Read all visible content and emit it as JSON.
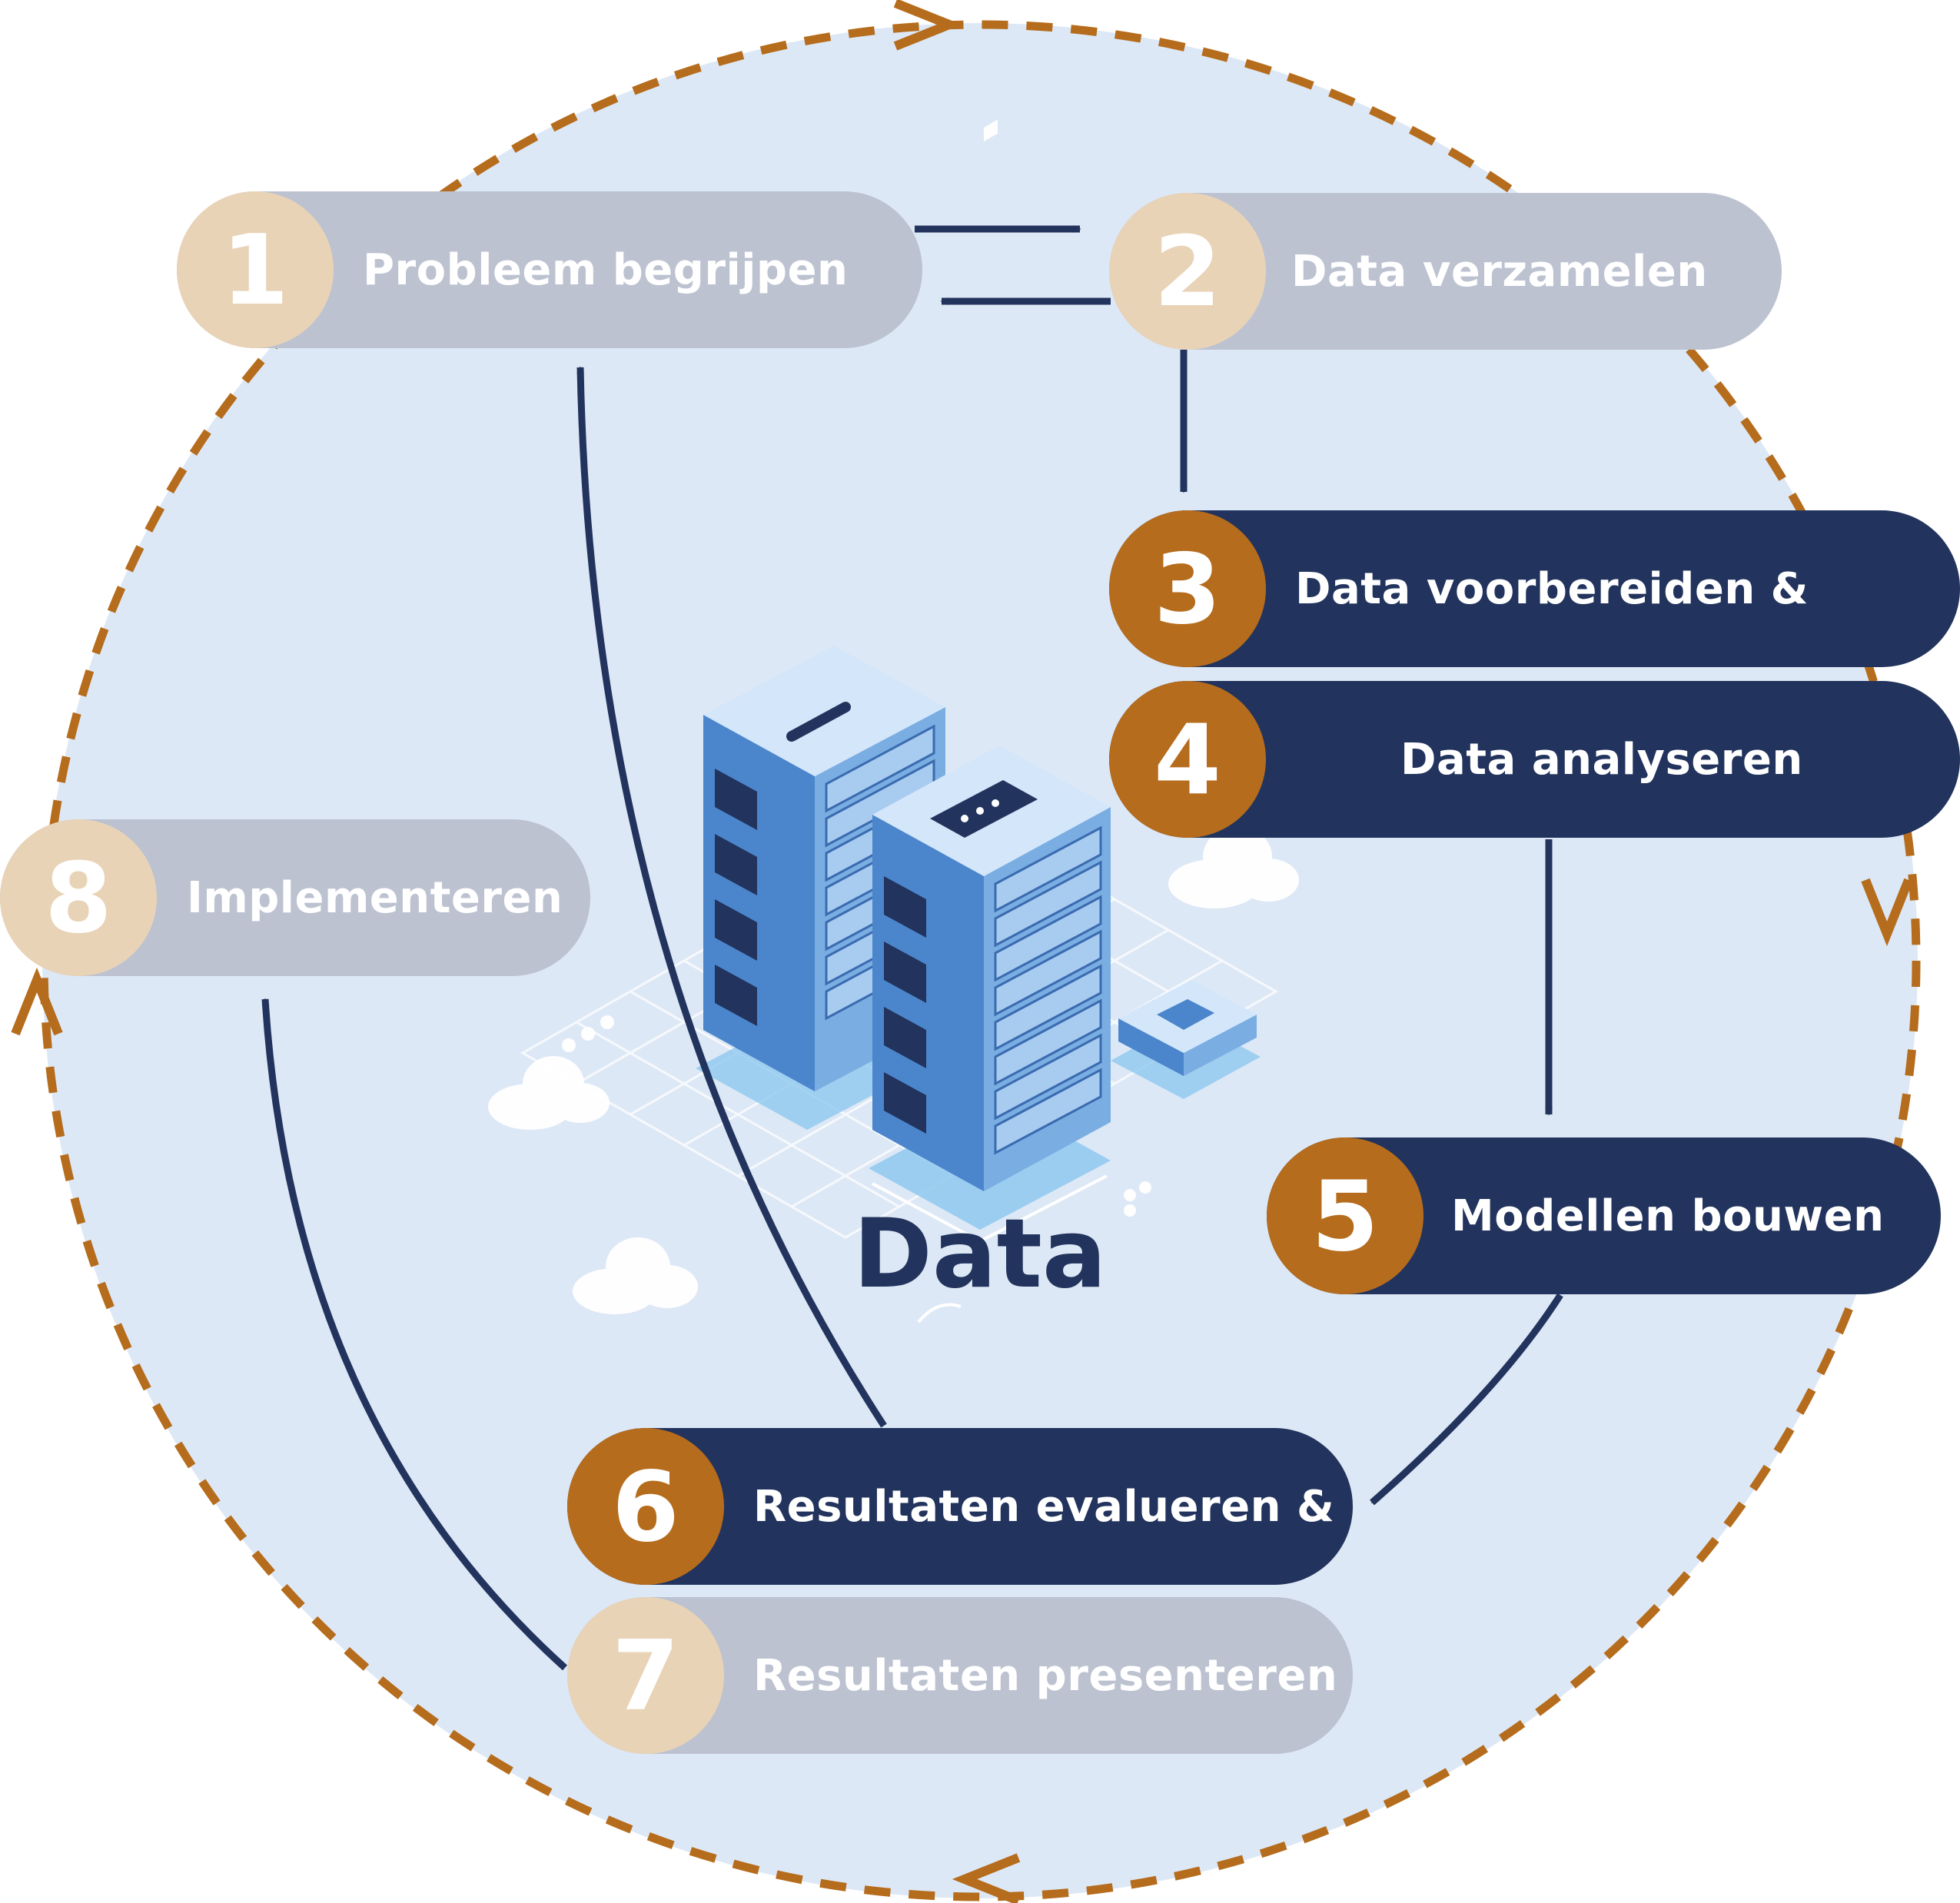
{
  "steps": [
    {
      "number": "1",
      "label": "Probleem begrijpen"
    },
    {
      "number": "2",
      "label": "Data verzamelen"
    },
    {
      "number": "3",
      "label": "Data voorbereiden &"
    },
    {
      "number": "4",
      "label": "Data analyseren"
    },
    {
      "number": "5",
      "label": "Modellen bouwen"
    },
    {
      "number": "6",
      "label": "Resultaten evalueren &"
    },
    {
      "number": "7",
      "label": "Resultaten presenteren"
    },
    {
      "number": "8",
      "label": "Implementeren"
    }
  ],
  "center": {
    "label": "Data",
    "icon": "server-stack-icon"
  },
  "colors": {
    "circle_fill": "#dde8f6",
    "cycle_dash": "#b56c1c",
    "dark_pill": "#22335d",
    "light_pill": "#bcc2d0",
    "dark_badge": "#b56c1c",
    "light_badge": "#e9d3b7",
    "flow_arrow": "#22335d"
  }
}
